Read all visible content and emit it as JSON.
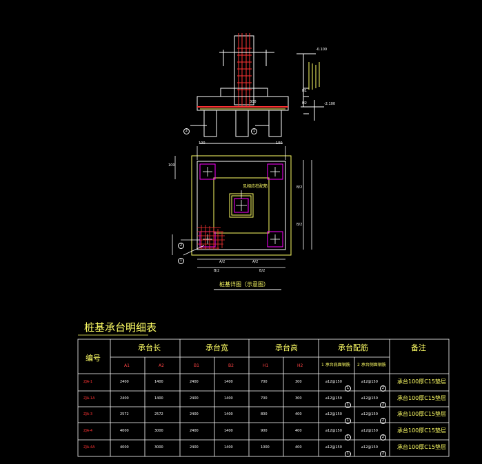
{
  "drawing": {
    "plan_title": "桩基详图（示意图）",
    "table_title": "桩基承台明细表",
    "label_top_level": "-0.100",
    "label_bottom_level": "-2.100",
    "label_center_pile": "见相应柱配筋",
    "label_300": "300",
    "label_100a": "100",
    "label_100b": "100",
    "label_100c": "100",
    "label_h1": "H1",
    "label_h2": "H2",
    "callout_1": "1",
    "callout_2": "2",
    "callout_1b": "1",
    "callout_2b": "2",
    "dim_a1": "A/2",
    "dim_a2": "A/2",
    "dim_a3": "B/2",
    "dim_a4": "B/2",
    "dim_b1": "B/2",
    "dim_b2": "B/2"
  },
  "table": {
    "headers": {
      "id": "编号",
      "length": "承台长",
      "width": "承台宽",
      "height": "承台高",
      "rebar": "承台配筋",
      "remark": "备注"
    },
    "subheaders": {
      "a1": "A1",
      "a2": "A2",
      "b1": "B1",
      "b2": "B2",
      "h1": "H1",
      "h2": "H2",
      "rebar1": "1 承台底面钢筋",
      "rebar2": "2 承台侧面钢筋"
    },
    "rows": [
      {
        "id": "ZJA-1",
        "a1": "2400",
        "a2": "1400",
        "b1": "2400",
        "b2": "1400",
        "h1": "700",
        "h2": "300",
        "r1": "⌀12@150",
        "r1n": "1",
        "r2": "⌀12@150",
        "r2n": "2",
        "remark": "承台100厚C15垫层"
      },
      {
        "id": "ZJA-1A",
        "a1": "2400",
        "a2": "1400",
        "b1": "2400",
        "b2": "1400",
        "h1": "700",
        "h2": "300",
        "r1": "⌀12@150",
        "r1n": "1",
        "r2": "⌀12@150",
        "r2n": "2",
        "remark": "承台100厚C15垫层"
      },
      {
        "id": "ZJA-3",
        "a1": "2572",
        "a2": "2572",
        "b1": "2400",
        "b2": "1400",
        "h1": "800",
        "h2": "400",
        "r1": "⌀12@150",
        "r1n": "1",
        "r2": "⌀12@150",
        "r2n": "2",
        "remark": "承台100厚C15垫层"
      },
      {
        "id": "ZJA-4",
        "a1": "4000",
        "a2": "3000",
        "b1": "2400",
        "b2": "1400",
        "h1": "900",
        "h2": "400",
        "r1": "⌀12@150",
        "r1n": "1",
        "r2": "⌀12@150",
        "r2n": "2",
        "remark": "承台100厚C15垫层"
      },
      {
        "id": "ZJA-4A",
        "a1": "4000",
        "a2": "3000",
        "b1": "2400",
        "b2": "1400",
        "h1": "1000",
        "h2": "400",
        "r1": "⌀12@150",
        "r1n": "1",
        "r2": "⌀12@150",
        "r2n": "2",
        "remark": "承台100厚C15垫层"
      }
    ]
  }
}
